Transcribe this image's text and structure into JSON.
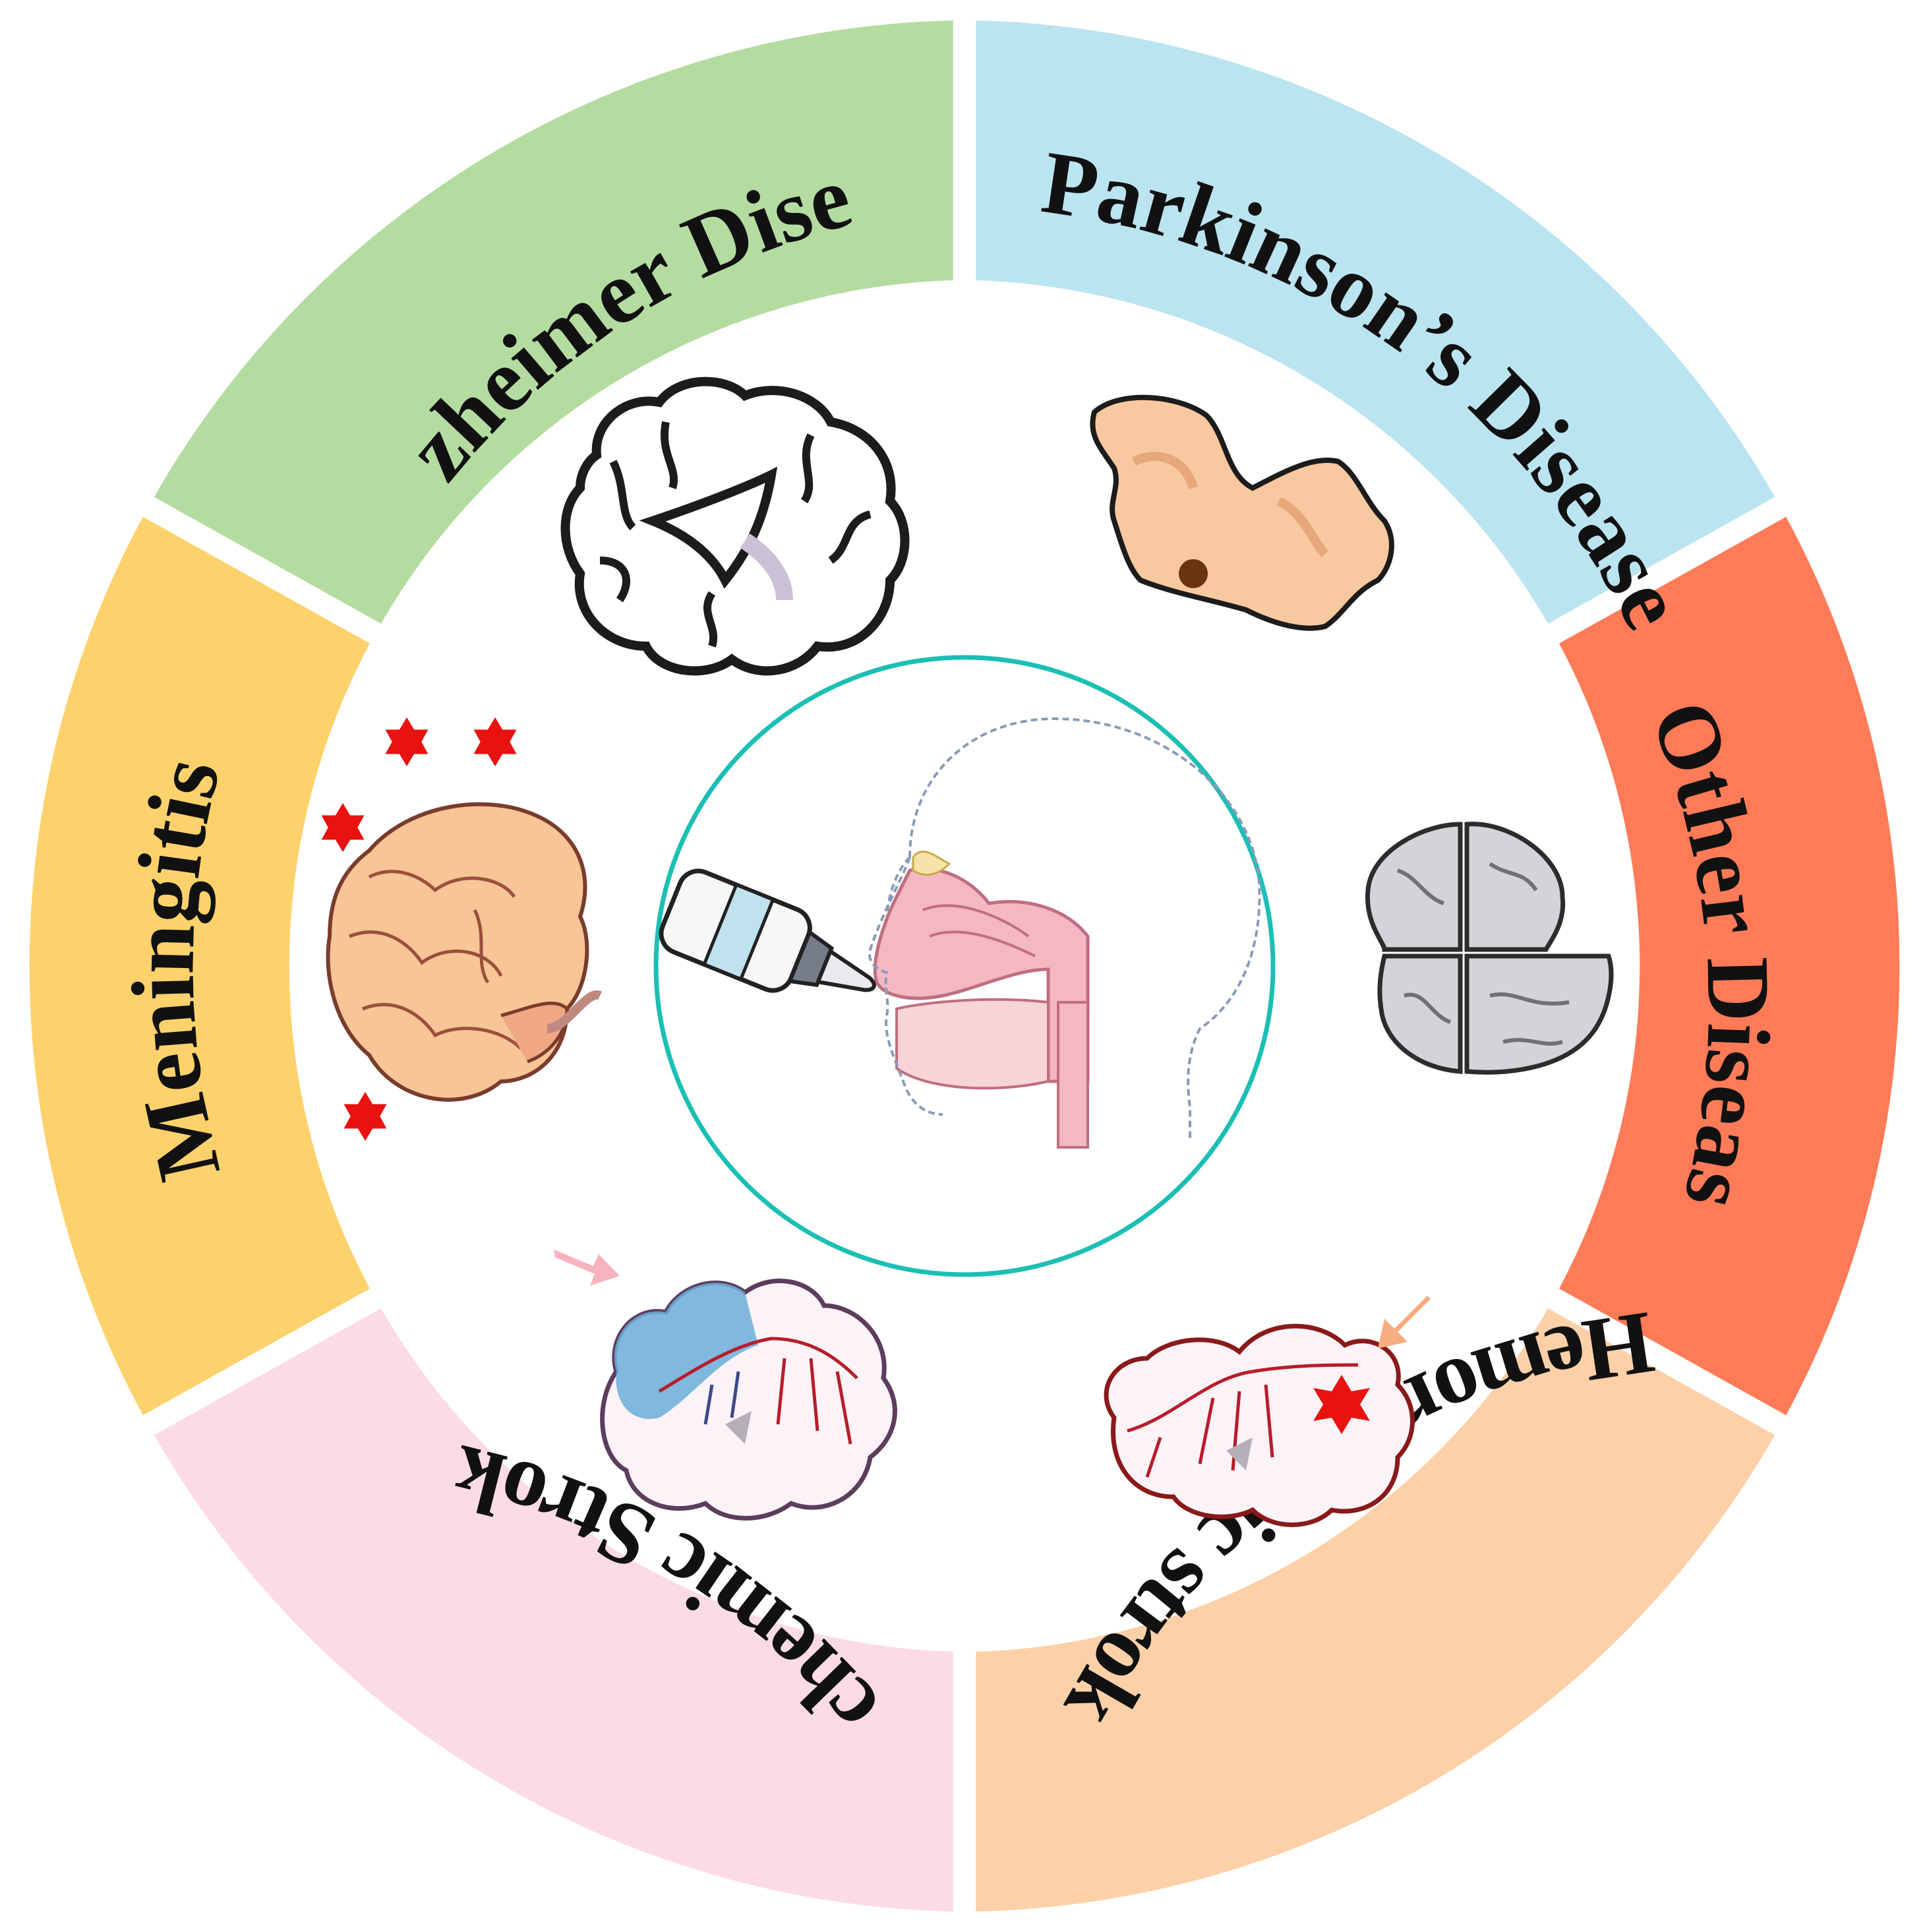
{
  "segments": [
    {
      "id": "alzheimer",
      "label": "Alzheimer Disease",
      "color": "#b5dca0"
    },
    {
      "id": "parkinson",
      "label": "Parkinson’s Disease",
      "color": "#bae4f0"
    },
    {
      "id": "other",
      "label": "Other Disease",
      "color": "#fe7b58"
    },
    {
      "id": "hemorrhagic",
      "label": "Hemorrhagic stroke",
      "color": "#fdd0a8"
    },
    {
      "id": "ischemic",
      "label": "Ischemic Stroke",
      "color": "#fcdbe6"
    },
    {
      "id": "meningitis",
      "label": "Meningitis",
      "color": "#fdd26c"
    }
  ],
  "center": {
    "ring_color": "#1bbfb4",
    "illustration": "intranasal-drug-delivery"
  },
  "icons": {
    "alzheimer": "brain-section-atrophy-icon",
    "parkinson": "dopaminergic-neuron-icon",
    "other": "brain-top-view-icon",
    "hemorrhagic": "brain-hemorrhage-icon",
    "ischemic": "brain-ischemia-icon",
    "meningitis": "inflamed-brain-icon"
  }
}
